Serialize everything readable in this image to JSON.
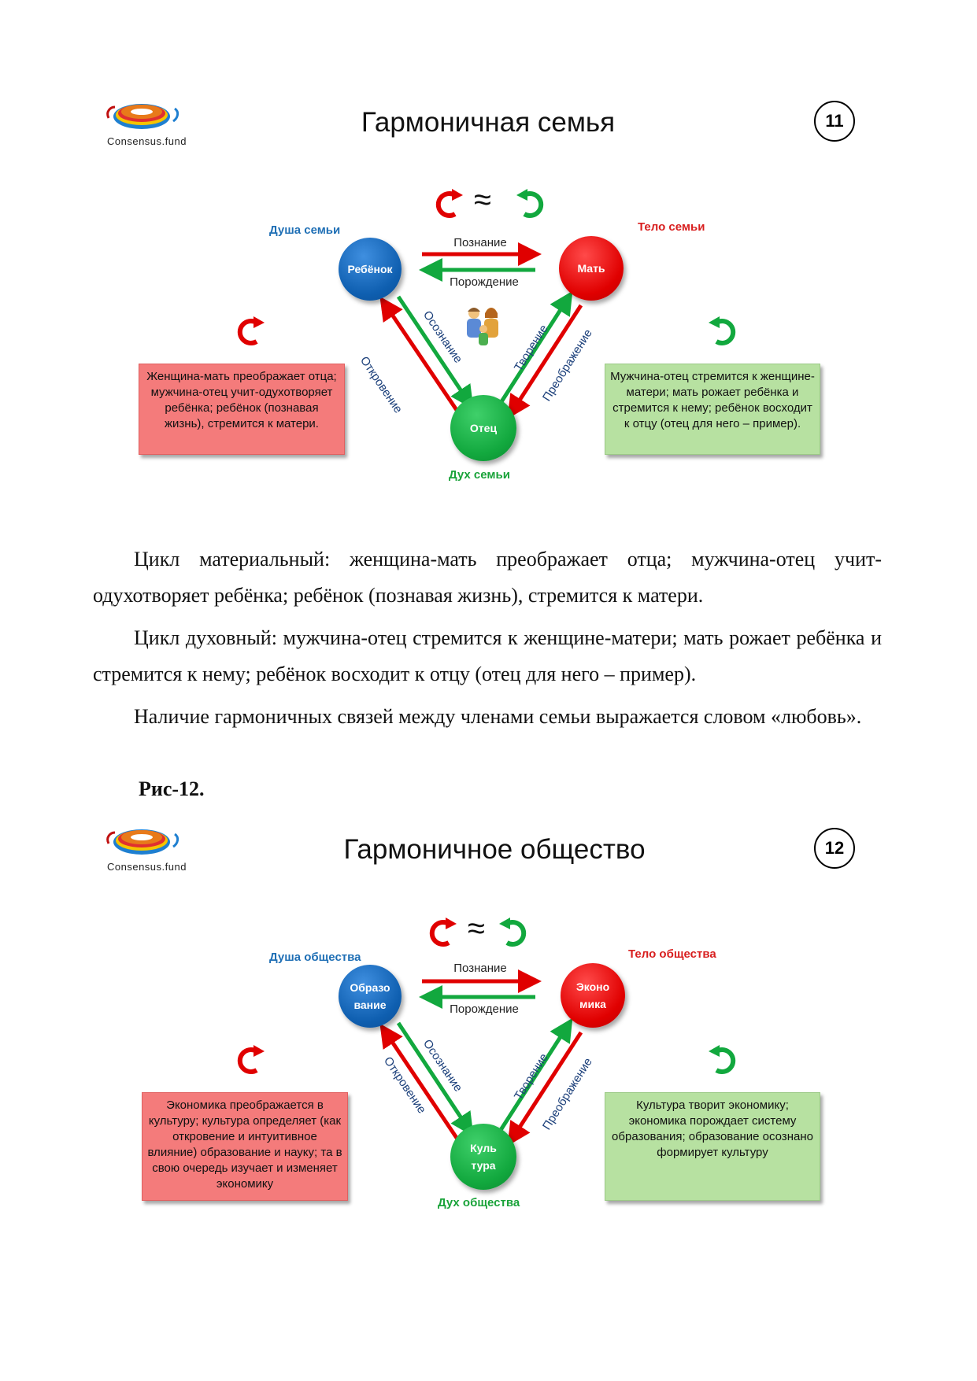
{
  "slides": [
    {
      "logo_text": "Consensus.fund",
      "title": "Гармоничная семья",
      "page_number": "11",
      "top_symbol": "≈",
      "roles": {
        "soul": "Душа семьи",
        "body": "Тело семьи",
        "spirit": "Дух семьи"
      },
      "nodes": {
        "left": "Ребёнок",
        "right": "Мать",
        "bottom": "Отец"
      },
      "arrows": {
        "top": "Познание",
        "bottom": "Порождение",
        "left_outer": "Откровение",
        "left_inner": "Осознание",
        "right_inner": "Творение",
        "right_outer": "Преображение"
      },
      "box_left": "Женщина-мать преображает отца; мужчина-отец учит-одухотворяет ребёнка; ребёнок (познавая жизнь), стремится к матери.",
      "box_right": "Мужчина-отец стремится к женщине-матери; мать рожает ребёнка и стремится к нему; ребёнок восходит к отцу (отец для него – пример)."
    },
    {
      "logo_text": "Consensus.fund",
      "title": "Гармоничное общество",
      "page_number": "12",
      "top_symbol": "≈",
      "roles": {
        "soul": "Душа общества",
        "body": "Тело общества",
        "spirit": "Дух общества"
      },
      "nodes": {
        "left": "Образо вание",
        "right": "Эконо мика",
        "bottom": "Куль тура"
      },
      "arrows": {
        "top": "Познание",
        "bottom": "Порождение",
        "left_outer": "Откровение",
        "left_inner": "Осознание",
        "right_inner": "Творение",
        "right_outer": "Преображение"
      },
      "box_left": "Экономика преображается в культуру; культура определяет (как откровение и интуитивное влияние) образование и науку; та в свою очередь изучает и изменяет экономику",
      "box_right": "Культура творит экономику; экономика порождает систему образования; образование осознано формирует культуру"
    }
  ],
  "paragraphs": [
    "Цикл материальный: женщина-мать преображает отца; мужчина-отец учит-одухотворяет ребёнка; ребёнок (познавая жизнь), стремится к матери.",
    "Цикл духовный: мужчина-отец стремится к женщине-матери; мать рожает ребёнка и стремится к нему; ребёнок восходит к отцу (отец для него – пример).",
    "Наличие гармоничных связей между членами семьи выражается словом «любовь»."
  ],
  "figure_caption": "Рис-12.",
  "colors": {
    "red": "#e00000",
    "green": "#12a83e",
    "blue": "#0f5fb0",
    "box_red": "#f47b7b",
    "box_green": "#b7e1a1"
  },
  "icons": [
    "logo-icon",
    "cycle-red-icon",
    "cycle-green-icon",
    "family-icon"
  ]
}
